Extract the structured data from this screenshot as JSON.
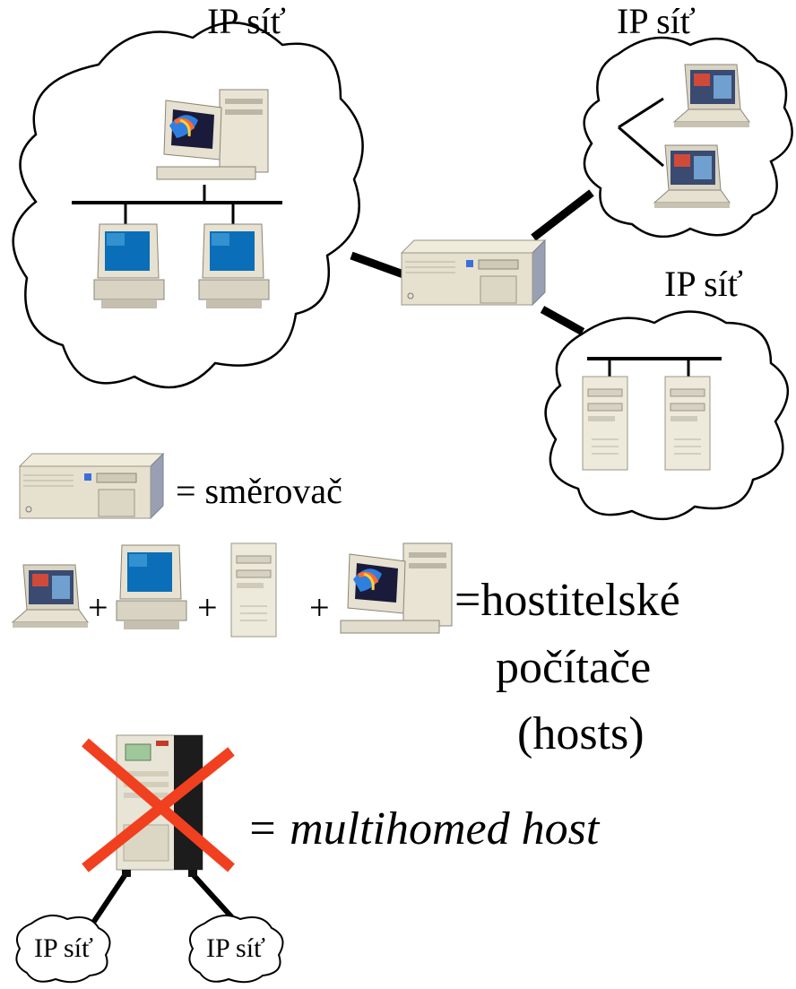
{
  "networks": {
    "top_left": {
      "label": "IP síť"
    },
    "top_right": {
      "label": "IP síť"
    },
    "right": {
      "label": "IP síť"
    },
    "bottom_left": {
      "label": "IP síť"
    },
    "bottom_right": {
      "label": "IP síť"
    }
  },
  "legend": {
    "router": {
      "text": "= směrovač"
    },
    "hosts": {
      "plus": "+",
      "line1": "=hostitelské",
      "line2": "počítače",
      "line3": "(hosts)"
    },
    "multihomed": {
      "text": "= multihomed host"
    }
  },
  "colors": {
    "outline": "#000000",
    "cross": "#f04020",
    "screen": "#0a6fb8",
    "case": "#e9e4d3"
  }
}
